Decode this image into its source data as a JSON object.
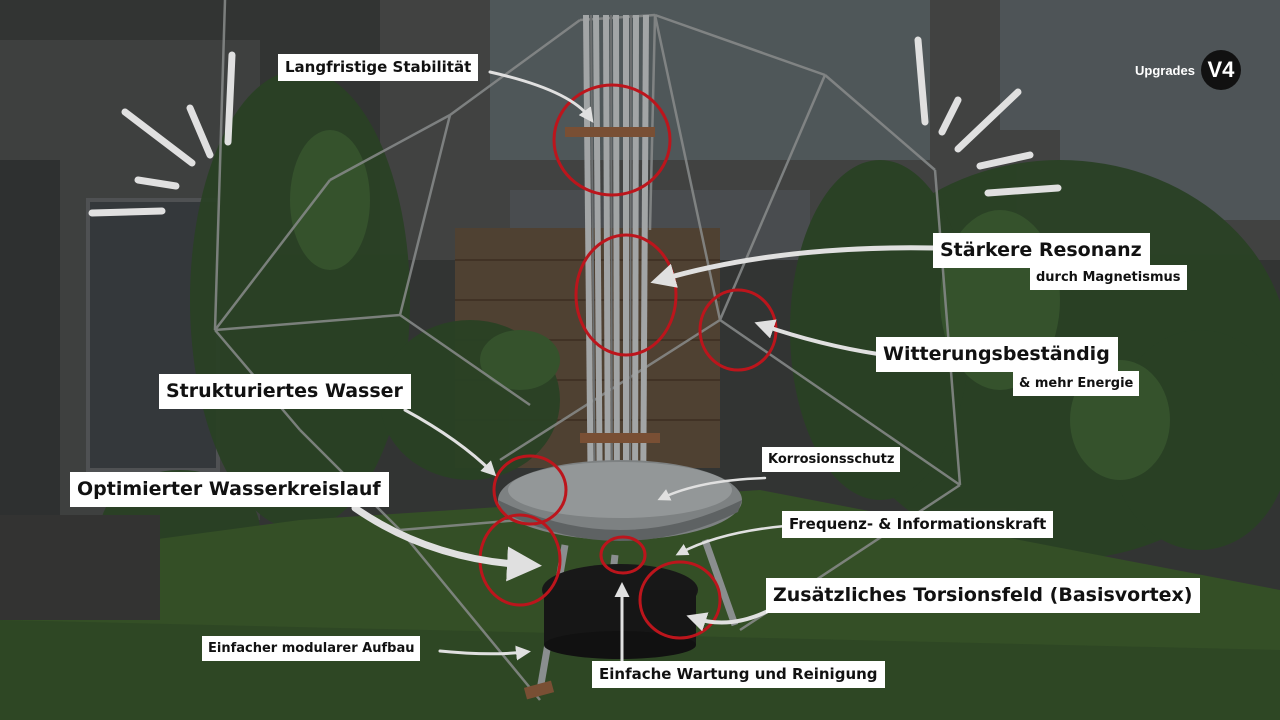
{
  "badge": {
    "text": "Upgrades",
    "version": "V4"
  },
  "labels": {
    "stabilitaet": "Langfristige Stabilität",
    "resonanz": "Stärkere Resonanz",
    "magnetismus": "durch Magnetismus",
    "witterung": "Witterungsbeständig",
    "energie": "& mehr Energie",
    "strukturiert": "Strukturiertes Wasser",
    "korrosion": "Korrosionsschutz",
    "wasserkreislauf": "Optimierter Wasserkreislauf",
    "frequenz": "Frequenz- & Informationskraft",
    "torsionsfeld": "Zusätzliches Torsionsfeld (Basisvortex)",
    "aufbau": "Einfacher modularer Aufbau",
    "wartung": "Einfache Wartung und Reinigung"
  },
  "colors": {
    "highlight_circle": "#d71920",
    "label_bg": "#ffffff",
    "arrow": "#ffffff"
  }
}
